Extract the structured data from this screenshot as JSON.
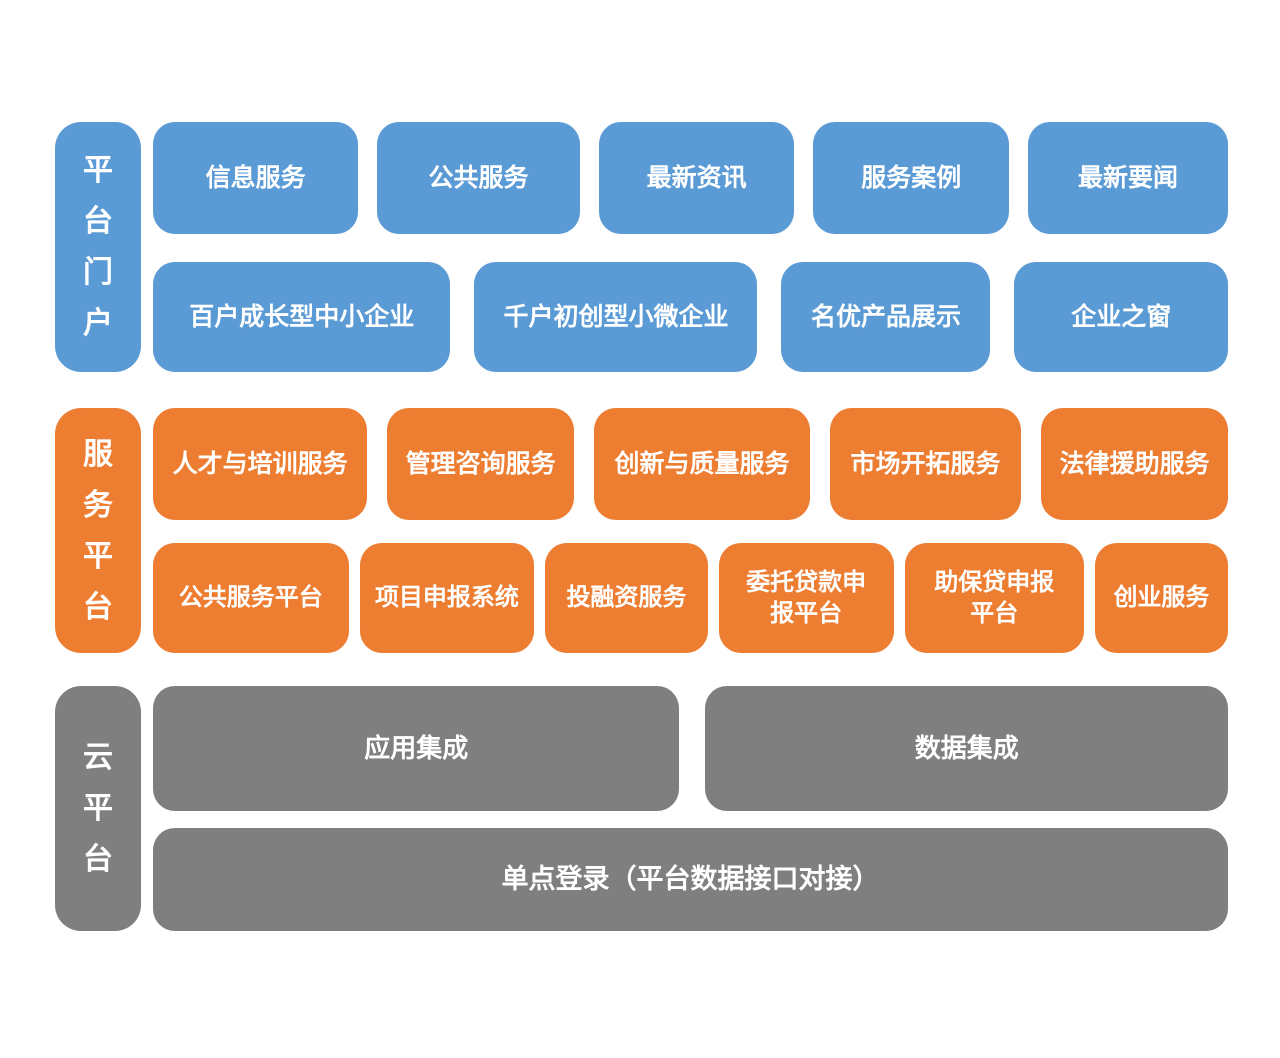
{
  "colors": {
    "portal_blue": "#5B9BD5",
    "service_orange": "#ED7D31",
    "cloud_gray": "#7F7F7F",
    "text": "#FFFFFF",
    "background": "#FFFFFF"
  },
  "sections": {
    "portal": {
      "label": "平台门户",
      "row1": [
        "信息服务",
        "公共服务",
        "最新资讯",
        "服务案例",
        "最新要闻"
      ],
      "row2": [
        "百户成长型中小企业",
        "千户初创型小微企业",
        "名优产品展示",
        "企业之窗"
      ]
    },
    "service": {
      "label": "服务平台",
      "row1": [
        "人才与培训服务",
        "管理咨询服务",
        "创新与质量服务",
        "市场开拓服务",
        "法律援助服务"
      ],
      "row2": [
        "公共服务平台",
        "项目申报系统",
        "投融资服务",
        "委托贷款申报平台",
        "助保贷申报平台",
        "创业服务"
      ]
    },
    "cloud": {
      "label": "云平台",
      "row1": [
        "应用集成",
        "数据集成"
      ],
      "row2": [
        "单点登录（平台数据接口对接）"
      ]
    }
  }
}
